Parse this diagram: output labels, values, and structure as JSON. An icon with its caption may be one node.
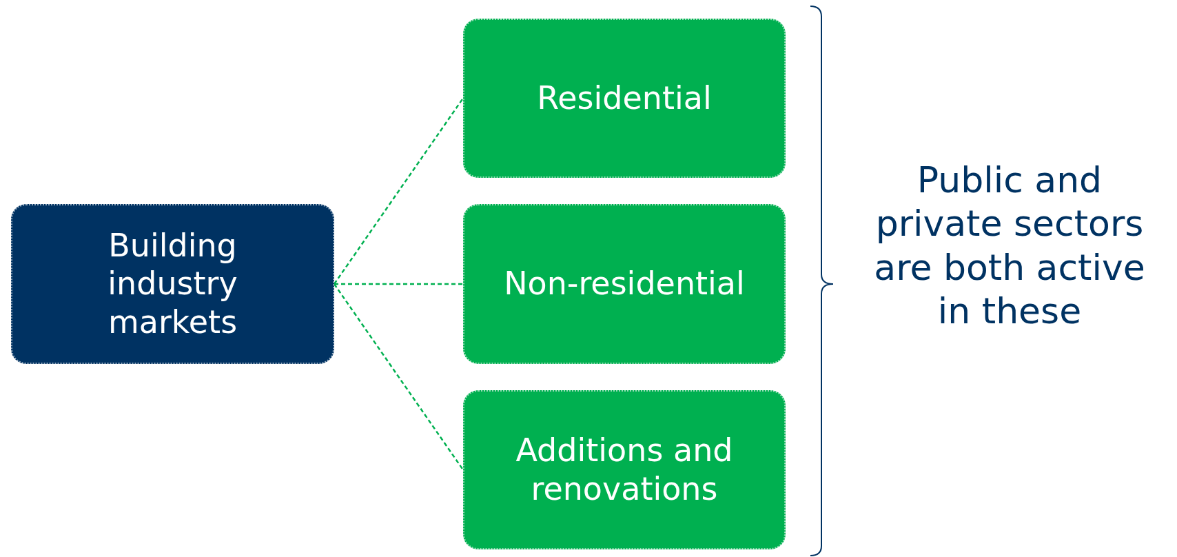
{
  "diagram": {
    "nodes": [
      {
        "text": [
          "Building industry markets"
        ]
      },
      {
        "text": [
          "Residential"
        ]
      },
      {
        "text": [
          "Non-residential"
        ]
      },
      {
        "text": [
          "Additions and renovations"
        ]
      }
    ],
    "edges": [
      {
        "from": 0,
        "to": 1,
        "arrow": "none",
        "style": "dashed"
      },
      {
        "from": 0,
        "to": 2,
        "arrow": "none",
        "style": "dashed"
      },
      {
        "from": 0,
        "to": 3,
        "arrow": "none",
        "style": "dashed"
      }
    ],
    "labels": [
      "Public and private sectors are both active in these"
    ]
  }
}
